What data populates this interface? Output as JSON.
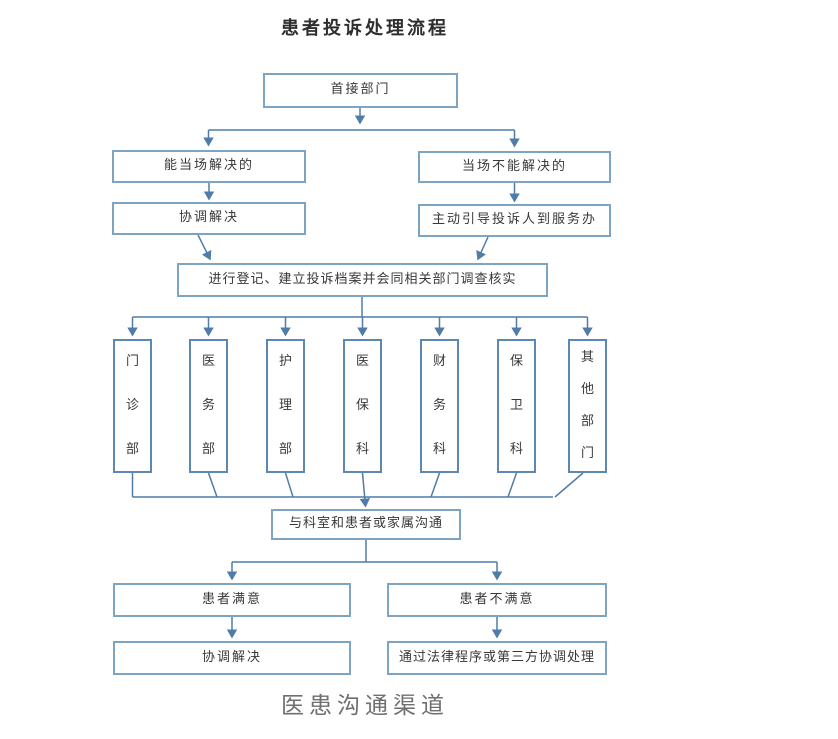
{
  "title": "患者投诉处理流程",
  "caption": "医患沟通渠道",
  "flow": {
    "first_dept": "首接部门",
    "resolve_onsite": "能当场解决的",
    "not_resolve_onsite": "当场不能解决的",
    "coordinate_resolve": "协调解决",
    "guide_to_service": "主动引导投诉人到服务办",
    "register": "进行登记、建立投诉档案并会同相关部门调查核实",
    "departments": [
      "门诊部",
      "医务部",
      "护理部",
      "医保科",
      "财务科",
      "保卫科",
      "其他部门"
    ],
    "communicate": "与科室和患者或家属沟通",
    "satisfied": "患者满意",
    "unsatisfied": "患者不满意",
    "coordinate_resolve_2": "协调解决",
    "legal_or_third_party": "通过法律程序或第三方协调处理"
  },
  "colors": {
    "box_border": "#7da4c2",
    "vbox_border": "#5c88b4",
    "line": "#4f7ca9",
    "text": "#383838",
    "caption_text": "#6f6f6f"
  }
}
